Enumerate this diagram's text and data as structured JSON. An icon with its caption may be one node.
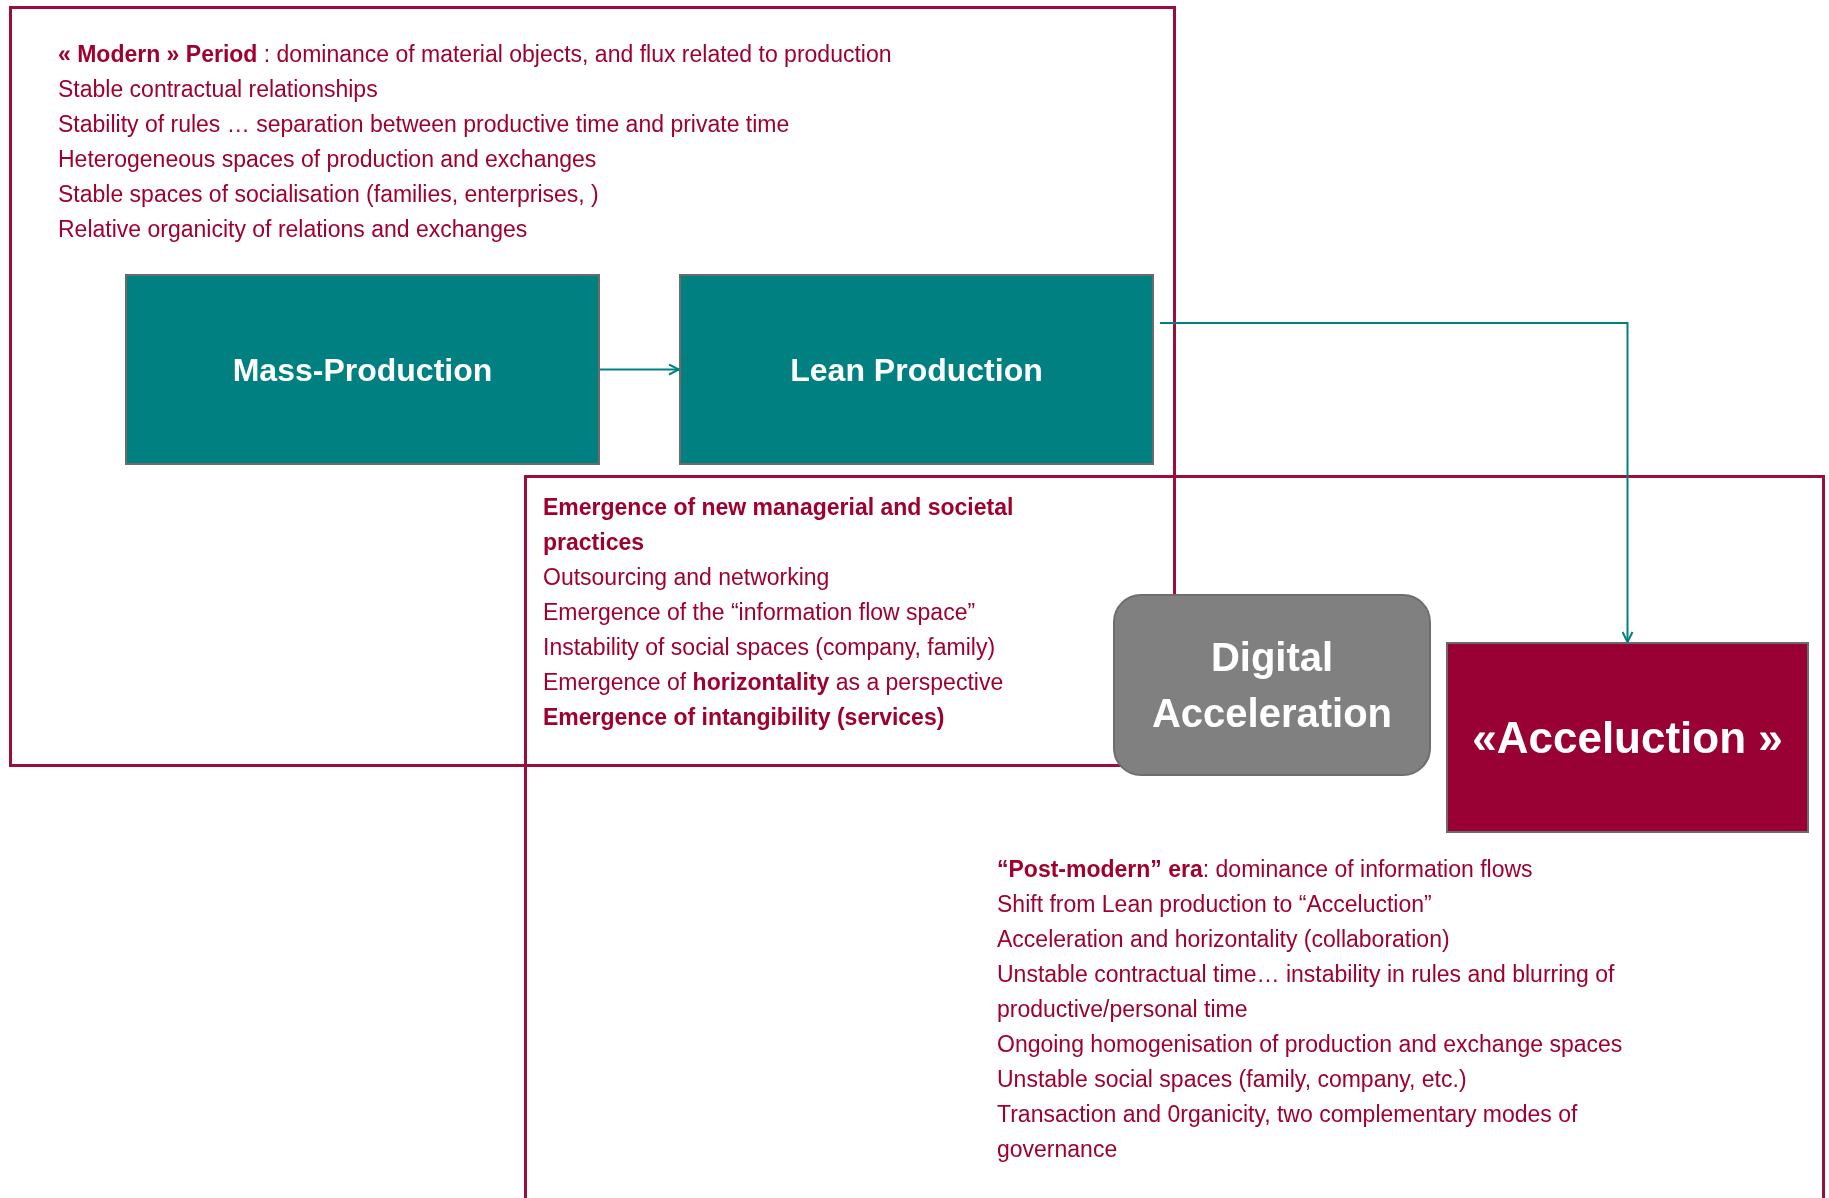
{
  "diagram": {
    "nodes": [
      {
        "text": [
          "**« Modern » Period** : dominance of material objects, and flux related to production",
          "Stable contractual relationships",
          "Stability of rules … separation between productive time and private time",
          "Heterogeneous spaces of production and exchanges",
          "Stable spaces of socialisation  (families, enterprises, )",
          "Relative organicity of relations and exchanges"
        ]
      },
      {
        "text": [
          "Mass-Production"
        ],
        "in": 0
      },
      {
        "text": [
          "Lean Production"
        ],
        "in": 0
      },
      {
        "text": [
          "**“Post-modern” era**: dominance of information flows",
          "Shift from Lean production to “Acceluction”",
          "Acceleration and horizontality (collaboration)",
          "Unstable contractual time… instability in rules and blurring of productive/personal time",
          "Ongoing homogenisation of production and exchange spaces",
          "Unstable social spaces (family, company, etc.)",
          "Transaction and 0rganicity, two complementary modes of governance"
        ]
      },
      {
        "text": [
          "Digital Acceleration"
        ],
        "in": 3
      },
      {
        "text": [
          "«Acceluction »"
        ],
        "in": 3
      }
    ],
    "edges": [
      {
        "from": 1,
        "to": 2,
        "arrow": "to"
      },
      {
        "from": 2,
        "to": 5,
        "arrow": "to"
      }
    ],
    "labels": [
      "Emergence of new managerial and societal practices",
      "Outsourcing and networking",
      "Emergence of the “information flow space”",
      "Instability of social spaces (company, family)",
      "Emergence of **horizontality** as a perspective",
      "Emergence of intangibility (services)"
    ]
  }
}
